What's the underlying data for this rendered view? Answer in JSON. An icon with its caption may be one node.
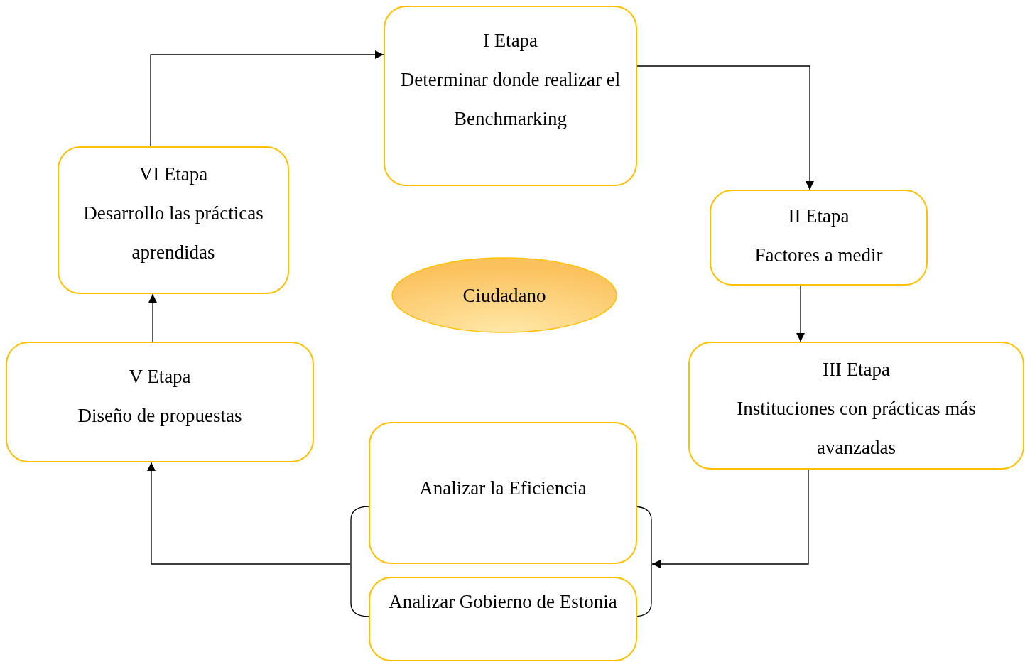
{
  "diagram": {
    "nodes": [
      {
        "text": [
          "I Etapa",
          "Determinar donde realizar el Benchmarking"
        ]
      },
      {
        "text": [
          "II Etapa",
          "Factores a medir"
        ]
      },
      {
        "text": [
          "III Etapa",
          "Instituciones con prácticas más avanzadas"
        ]
      },
      {
        "text": [],
        "shape": "bracket"
      },
      {
        "text": [
          "Analizar la Eficiencia"
        ]
      },
      {
        "text": [
          "Analizar Gobierno de Estonia"
        ]
      },
      {
        "text": [
          "V Etapa",
          "Diseño de propuestas"
        ]
      },
      {
        "text": [
          "VI Etapa",
          "Desarrollo las prácticas aprendidas"
        ]
      },
      {
        "text": [
          "Ciudadano"
        ]
      }
    ],
    "edges": [
      {
        "from": 0,
        "to": 1,
        "arrow": "to"
      },
      {
        "from": 1,
        "to": 2,
        "arrow": "to"
      },
      {
        "from": 2,
        "to": 3,
        "arrow": "to"
      },
      {
        "from": 3,
        "to": 6,
        "arrow": "to"
      },
      {
        "from": 6,
        "to": 7,
        "arrow": "to"
      },
      {
        "from": 7,
        "to": 0,
        "arrow": "to"
      }
    ]
  }
}
